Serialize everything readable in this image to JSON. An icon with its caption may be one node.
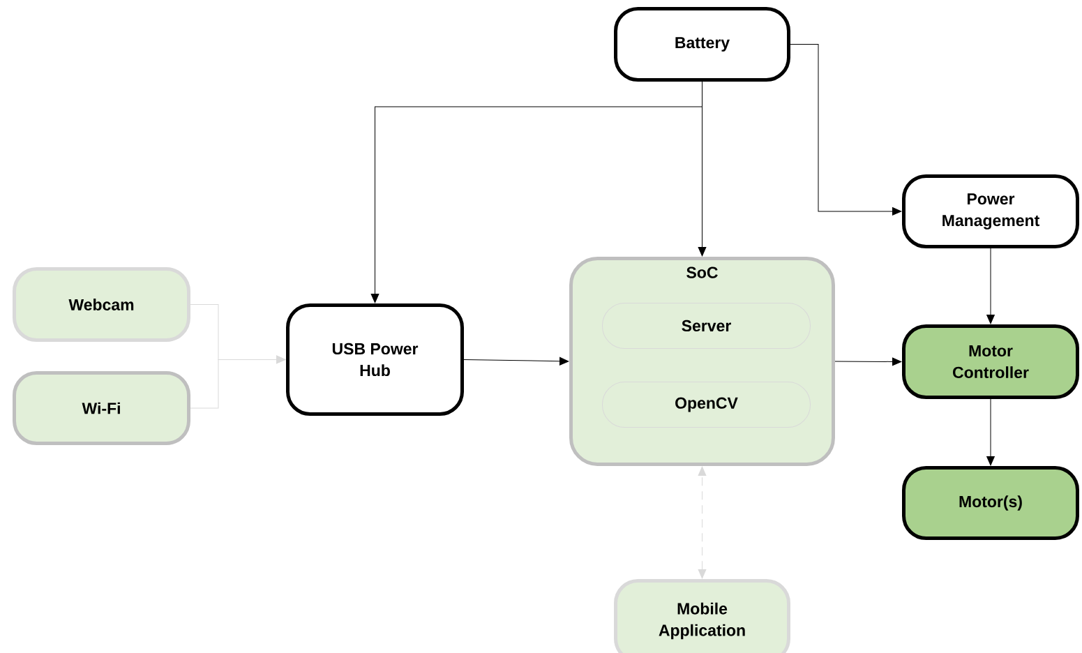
{
  "diagram": {
    "nodes": [
      {
        "text": [
          "Battery"
        ]
      },
      {
        "text": [
          "Power Management"
        ]
      },
      {
        "text": [
          "Webcam"
        ]
      },
      {
        "text": [
          "Wi-Fi"
        ]
      },
      {
        "text": [
          "USB Power Hub"
        ]
      },
      {
        "text": [
          "SoC"
        ]
      },
      {
        "text": [
          "Server"
        ],
        "in": 5
      },
      {
        "text": [
          "OpenCV"
        ],
        "in": 5
      },
      {
        "text": [
          "Motor Controller"
        ]
      },
      {
        "text": [
          "Motor(s)"
        ]
      },
      {
        "text": [
          "Mobile Application"
        ]
      }
    ],
    "edges": [
      {
        "from": 0,
        "to": 4,
        "arrow": "to"
      },
      {
        "from": 0,
        "to": 5,
        "arrow": "to"
      },
      {
        "from": 0,
        "to": 1,
        "arrow": "to"
      },
      {
        "from": 2,
        "to": 4,
        "arrow": "to",
        "color": "#d9d9d9"
      },
      {
        "from": 3,
        "to": 4,
        "arrow": "to",
        "color": "#d9d9d9"
      },
      {
        "from": 4,
        "to": 5,
        "arrow": "to"
      },
      {
        "from": 5,
        "to": 8,
        "arrow": "to"
      },
      {
        "from": 1,
        "to": 8,
        "arrow": "to"
      },
      {
        "from": 8,
        "to": 9,
        "arrow": "to"
      },
      {
        "from": 10,
        "to": 5,
        "arrow": "both",
        "style": "dashed",
        "color": "#d9d9d9"
      }
    ]
  }
}
